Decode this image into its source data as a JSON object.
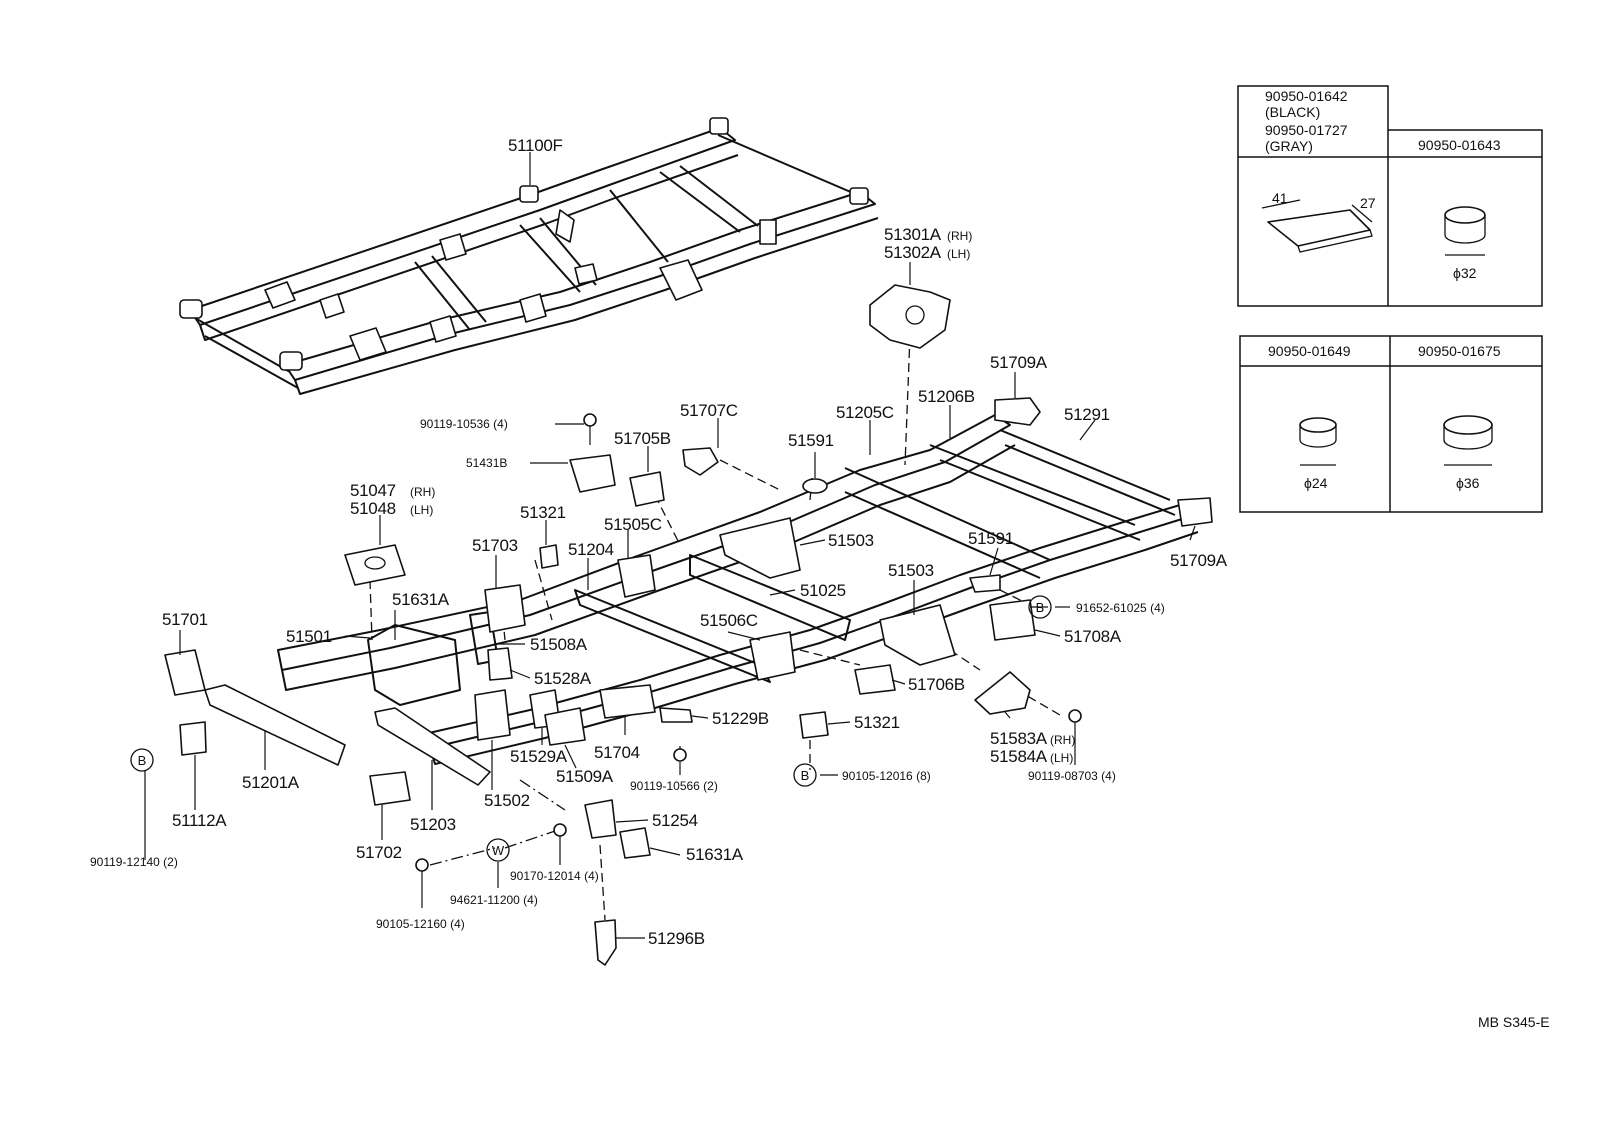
{
  "labels": {
    "p51100F": "51100F",
    "p51301A": "51301A",
    "p51301A_note": "(RH)",
    "p51302A": "51302A",
    "p51302A_note": "(LH)",
    "p51709A_top": "51709A",
    "p90119_10536": "90119-10536 (4)",
    "p51707C": "51707C",
    "p51205C": "51205C",
    "p51206B": "51206B",
    "p51291": "51291",
    "p51705B": "51705B",
    "p51591_top": "51591",
    "p51431B": "51431B",
    "p51047": "51047",
    "p51047_note": "(RH)",
    "p51048": "51048",
    "p51048_note": "(LH)",
    "p51321_top": "51321",
    "p51505C": "51505C",
    "p51703": "51703",
    "p51204": "51204",
    "p51503_a": "51503",
    "p51591_right": "51591",
    "p51709A_right": "51709A",
    "p51503_b": "51503",
    "p91652": "91652-61025 (4)",
    "p51025": "51025",
    "p51631A_top": "51631A",
    "p51701": "51701",
    "p51501": "51501",
    "p51508A": "51508A",
    "p51506C": "51506C",
    "p51708A": "51708A",
    "p51528A": "51528A",
    "p51706B": "51706B",
    "p51229B": "51229B",
    "p51321_mid": "51321",
    "p51583A": "51583A",
    "p51583A_note": "(RH)",
    "p51584A": "51584A",
    "p51584A_note": "(LH)",
    "p51529A": "51529A",
    "p51704": "51704",
    "p51509A": "51509A",
    "p51201A": "51201A",
    "p90119_10566": "90119-10566 (2)",
    "p90105_12016": "90105-12016 (8)",
    "p90119_08703": "90119-08703 (4)",
    "p51112A": "51112A",
    "p51502": "51502",
    "p51203": "51203",
    "p51254": "51254",
    "p51631A_bot": "51631A",
    "p51702": "51702",
    "p90119_12140": "90119-12140 (2)",
    "p90170_12014": "90170-12014 (4)",
    "p94621_11200": "94621-11200 (4)",
    "p90105_12160": "90105-12160 (4)",
    "p51296B": "51296B",
    "markerB": "B",
    "markerW": "W"
  },
  "plug_table_top": {
    "cell1_line1": "90950-01642",
    "cell1_line2": "(BLACK)",
    "cell1_line3": "90950-01727",
    "cell1_line4": "(GRAY)",
    "cell2": "90950-01643",
    "dim_41": "41",
    "dim_27": "27",
    "dim_32": "ϕ32"
  },
  "plug_table_bottom": {
    "cell1": "90950-01649",
    "cell2": "90950-01675",
    "dim_24": "ϕ24",
    "dim_36": "ϕ36"
  },
  "footer_code": "MB S345-E"
}
